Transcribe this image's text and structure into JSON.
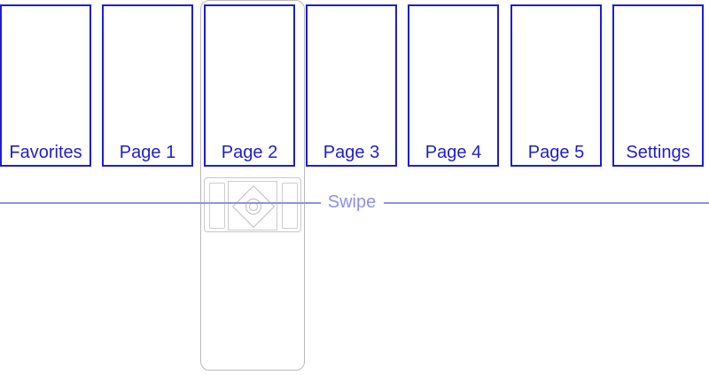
{
  "pages": [
    {
      "label": "Favorites"
    },
    {
      "label": "Page 1"
    },
    {
      "label": "Page 2"
    },
    {
      "label": "Page 3"
    },
    {
      "label": "Page 4"
    },
    {
      "label": "Page 5"
    },
    {
      "label": "Settings"
    }
  ],
  "swipe": {
    "label": "Swipe"
  },
  "colors": {
    "accent": "#1e1ed2",
    "swipe": "#9090f0",
    "remote_outline": "#b9b9b9"
  },
  "icons": [
    "remote-control-icon",
    "dpad-icon",
    "ok-button-icon"
  ]
}
